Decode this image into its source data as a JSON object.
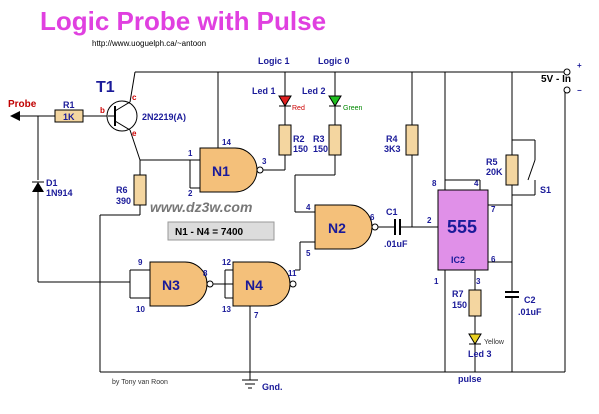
{
  "title": "Logic Probe with Pulse",
  "url": "http://www.uoguelph.ca/~antoon",
  "watermark": "www.dz3w.com",
  "credit": "by Tony van Roon",
  "labels": {
    "probe": "Probe",
    "t1": "T1",
    "transistor": "2N2219(A)",
    "r1": "R1",
    "r1v": "1K",
    "d1": "D1",
    "d1v": "1N914",
    "r6": "R6",
    "r6v": "390",
    "r2": "R2",
    "r2v": "150",
    "r3": "R3",
    "r3v": "150",
    "r4": "R4",
    "r4v": "3K3",
    "r5": "R5",
    "r5v": "20K",
    "r7": "R7",
    "r7v": "150",
    "c1": "C1",
    "c1v": ".01uF",
    "c2": "C2",
    "c2v": ".01uF",
    "s1": "S1",
    "logic1": "Logic 1",
    "logic0": "Logic 0",
    "led1": "Led 1",
    "led1c": "Red",
    "led2": "Led 2",
    "led2c": "Green",
    "led3": "Led 3",
    "led3c": "Yellow",
    "vin": "5V - In",
    "gnd": "Gnd.",
    "pulse": "pulse",
    "ic": "555",
    "ic2": "IC2",
    "note": "N1 - N4 = 7400",
    "n1": "N1",
    "n2": "N2",
    "n3": "N3",
    "n4": "N4",
    "b": "b",
    "c": "c",
    "e": "e"
  },
  "pins": {
    "n1a": "1",
    "n1b": "2",
    "n1v": "14",
    "n1o": "3",
    "n2a": "4",
    "n2b": "5",
    "n2o": "6",
    "n3a": "9",
    "n3b": "10",
    "n3o": "8",
    "n4a": "12",
    "n4b": "13",
    "n4o": "11",
    "n4g": "7",
    "ic8": "8",
    "ic4": "4",
    "ic2": "2",
    "ic7": "7",
    "ic6": "6",
    "ic1": "1",
    "ic3": "3"
  },
  "colors": {
    "title": "#e040e0",
    "led_red": "#e02020",
    "led_green": "#20c020",
    "led_yellow": "#e8d020",
    "probe_label": "#c00000",
    "component": "#1a1a99",
    "gate_fill": "#f4c07a",
    "ic_fill": "#e090e8"
  }
}
